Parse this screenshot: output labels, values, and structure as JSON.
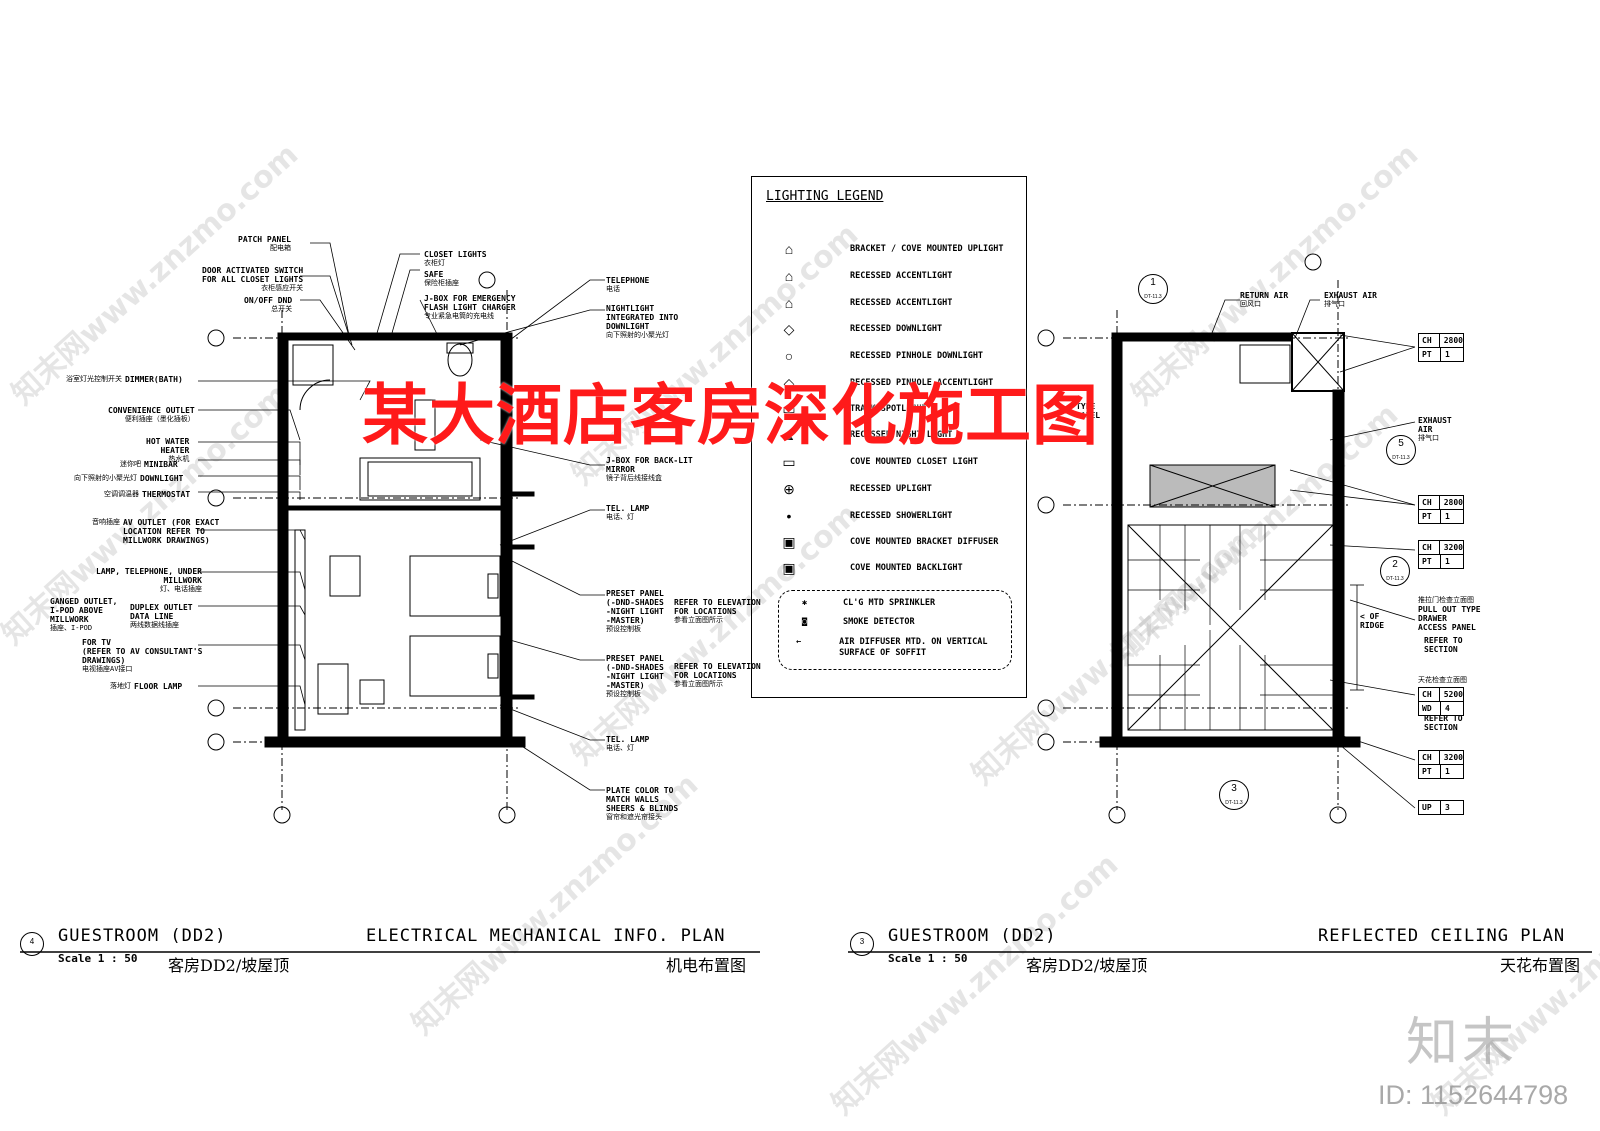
{
  "banner_title": "某大酒店客房深化施工图",
  "legend": {
    "title": "LIGHTING LEGEND",
    "items": [
      {
        "sym": "⌂",
        "label": "BRACKET / COVE MOUNTED UPLIGHT"
      },
      {
        "sym": "⌂",
        "label": "RECESSED ACCENTLIGHT"
      },
      {
        "sym": "⌂",
        "label": "RECESSED ACCENTLIGHT"
      },
      {
        "sym": "◇",
        "label": "RECESSED DOWNLIGHT"
      },
      {
        "sym": "○",
        "label": "RECESSED PINHOLE DOWNLIGHT"
      },
      {
        "sym": "◇",
        "label": "RECESSED PINHOLE ACCENTLIGHT"
      },
      {
        "sym": "▭",
        "label": "TRACK SPOTLIGHT"
      },
      {
        "sym": "▲",
        "label": "RECESSED NIGHT LIGHT"
      },
      {
        "sym": "▭",
        "label": "COVE MOUNTED CLOSET LIGHT"
      },
      {
        "sym": "⊕",
        "label": "RECESSED UPLIGHT"
      },
      {
        "sym": "•",
        "label": "RECESSED SHOWERLIGHT"
      },
      {
        "sym": "▣",
        "label": "COVE MOUNTED BRACKET DIFFUSER"
      },
      {
        "sym": "▣",
        "label": "COVE MOUNTED BACKLIGHT"
      }
    ],
    "notes": [
      {
        "sym": "✱",
        "label": "CL'G MTD SPRINKLER"
      },
      {
        "sym": "◙",
        "label": "SMOKE DETECTOR"
      },
      {
        "sym": "←",
        "label": "AIR DIFFUSER MTD. ON VERTICAL\nSURFACE OF SOFFIT"
      }
    ]
  },
  "left_plan": {
    "labels_left": [
      {
        "en": "PATCH PANEL",
        "cn": "配电箱"
      },
      {
        "en": "DOOR ACTIVATED SWITCH\nFOR ALL CLOSET LIGHTS",
        "cn": "衣柜感应开关"
      },
      {
        "en": "ON/OFF DND",
        "cn": "总开关"
      },
      {
        "en": "DIMMER(BATH)",
        "cn": "浴室灯光控制开关"
      },
      {
        "en": "CONVENIENCE OUTLET",
        "cn": "便利插座（墨化插板）"
      },
      {
        "en": "HOT WATER\nHEATER",
        "cn": "热水机"
      },
      {
        "en": "MINIBAR",
        "cn": "迷你吧"
      },
      {
        "en": "DOWNLIGHT",
        "cn": "向下照射的小聚光灯"
      },
      {
        "en": "THERMOSTAT",
        "cn": "空调调温器"
      },
      {
        "en": "AV OUTLET (FOR EXACT\nLOCATION REFER TO\nMILLWORK DRAWINGS)",
        "cn": "音响插座"
      },
      {
        "en": "LAMP, TELEPHONE, UNDER\nMILLWORK",
        "cn": "灯、电话插座"
      },
      {
        "en": "GANGED OUTLET,\nI-POD ABOVE\nMILLWORK",
        "cn": "插座、I-POD"
      },
      {
        "en": "DUPLEX OUTLET\nDATA LINE",
        "cn": "两线数据线插座"
      },
      {
        "en": "FOR TV\n(REFER TO AV CONSULTANT'S\nDRAWINGS)",
        "cn": "电视插座AV接口"
      },
      {
        "en": "FLOOR LAMP",
        "cn": "落地灯"
      }
    ],
    "labels_right": [
      {
        "en": "CLOSET LIGHTS",
        "cn": "衣柜灯"
      },
      {
        "en": "SAFE",
        "cn": "保险柜插座"
      },
      {
        "en": "J-BOX FOR EMERGENCY\nFLASH LIGHT CHARGER",
        "cn": "专业紧急电筒的充电线"
      },
      {
        "en": "TELEPHONE",
        "cn": "电话"
      },
      {
        "en": "NIGHTLIGHT\nINTEGRATED INTO\nDOWNLIGHT",
        "cn": "向下照射的小聚光灯"
      },
      {
        "en": "J-BOX FOR BACK-LIT\nMIRROR",
        "cn": "镜子背后线接线盒"
      },
      {
        "en": "TEL. LAMP",
        "cn": "电话、灯"
      },
      {
        "en": "PRESET PANEL\n(-DND-SHADES\n-NIGHT LIGHT\n-MASTER)",
        "cn": "预设控制板"
      },
      {
        "en": "REFER TO ELEVATION\nFOR LOCATIONS",
        "cn": "参看立面图所示"
      },
      {
        "en": "PRESET PANEL\n(-DND-SHADES\n-NIGHT LIGHT\n-MASTER)",
        "cn": "预设控制板"
      },
      {
        "en": "REFER TO ELEVATION\nFOR LOCATIONS",
        "cn": "参看立面图所示"
      },
      {
        "en": "TEL. LAMP",
        "cn": "电话、灯"
      },
      {
        "en": "PLATE COLOR TO\nMATCH WALLS\nSHEERS & BLINDS",
        "cn": "窗帘和遮光帘接头"
      }
    ]
  },
  "right_plan": {
    "labels": [
      {
        "en": "RETURN AIR",
        "cn": "回风口"
      },
      {
        "en": "EXHAUST AIR",
        "cn": "排气口"
      },
      {
        "en": "EXHAUST\nAIR",
        "cn": "排气口"
      },
      {
        "en": "TYPE\nPANEL",
        "cn": ""
      },
      {
        "en": "< OF\nRIDGE",
        "cn": ""
      },
      {
        "en": "PULL OUT TYPE\nDRAWER\nACCESS PANEL",
        "cn": "推拉门检查立面图"
      },
      {
        "en": "REFER TO\nSECTION",
        "cn": ""
      },
      {
        "en": "REFER TO\nSECTION",
        "cn": "天花检查立面图"
      }
    ],
    "tags": [
      {
        "rows": [
          [
            "CH",
            "2800"
          ],
          [
            "PT",
            "1"
          ]
        ]
      },
      {
        "rows": [
          [
            "CH",
            "2800"
          ],
          [
            "PT",
            "1"
          ]
        ]
      },
      {
        "rows": [
          [
            "CH",
            "3200"
          ],
          [
            "PT",
            "1"
          ]
        ]
      },
      {
        "rows": [
          [
            "CH",
            "5200"
          ],
          [
            "WD",
            "4"
          ]
        ]
      },
      {
        "rows": [
          [
            "CH",
            "3200"
          ],
          [
            "PT",
            "1"
          ]
        ]
      },
      {
        "rows": [
          [
            "UP",
            "3"
          ]
        ]
      }
    ],
    "section_marks": [
      {
        "num": "1",
        "ref": "DT-11.3"
      },
      {
        "num": "5",
        "ref": "DT-11.3"
      },
      {
        "num": "2",
        "ref": "DT-11.3"
      },
      {
        "num": "3",
        "ref": "DT-11.3"
      }
    ]
  },
  "title_blocks": [
    {
      "num": "4",
      "title": "GUESTROOM (DD2)",
      "scale": "Scale 1 : 50",
      "cn_left": "客房DD2/坡屋顶",
      "right_title": "ELECTRICAL MECHANICAL INFO. PLAN",
      "cn_right": "机电布置图"
    },
    {
      "num": "3",
      "title": "GUESTROOM (DD2)",
      "scale": "Scale 1 : 50",
      "cn_left": "客房DD2/坡屋顶",
      "right_title": "REFLECTED CEILING PLAN",
      "cn_right": "天花布置图"
    }
  ],
  "watermark_text": "知末网www.znzmo.com",
  "brand": "知末",
  "id_text": "ID: 1152644798"
}
